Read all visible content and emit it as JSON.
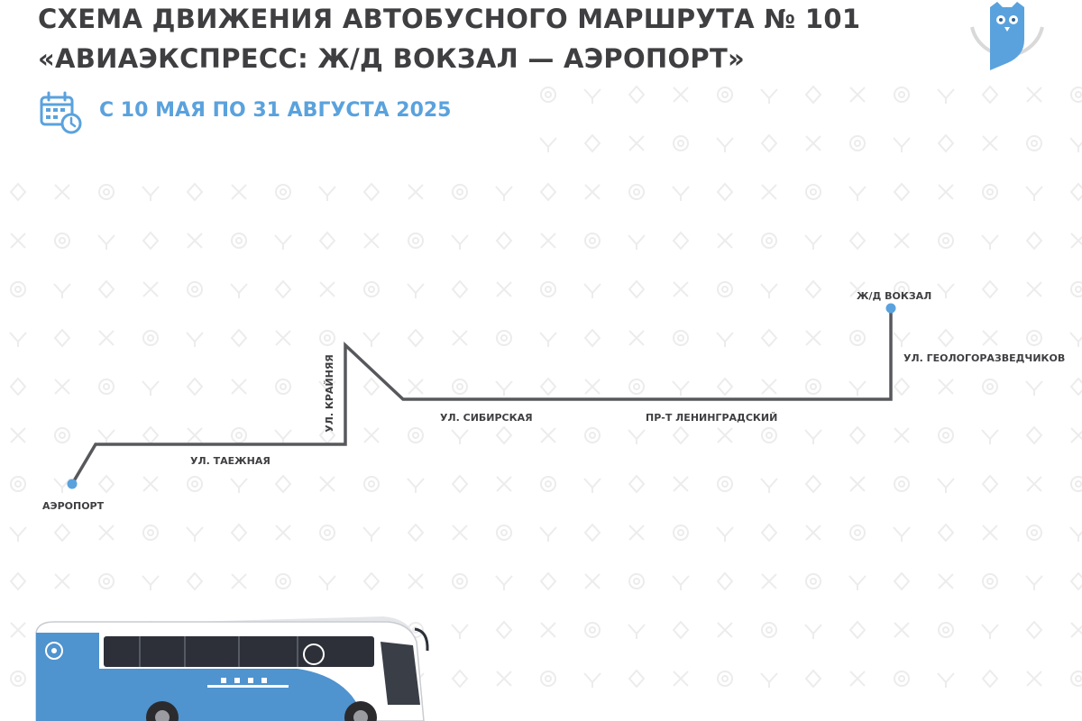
{
  "header": {
    "title_line1": "СХЕМА ДВИЖЕНИЯ АВТОБУСНОГО МАРШРУТА № 101",
    "title_line2": "«АВИАЭКСПРЕСС: Ж/Д ВОКЗАЛ — АЭРОПОРТ»",
    "period": "С 10 МАЯ ПО 31 АВГУСТА 2025",
    "calendar_icon": "calendar-clock-icon"
  },
  "colors": {
    "text": "#3f3f42",
    "accent": "#5aa2dd",
    "route_line": "#57585c",
    "pattern": "#ececec"
  },
  "stops": [
    {
      "name": "АЭРОПОРТ"
    },
    {
      "name": "Ж/Д ВОКЗАЛ"
    }
  ],
  "streets": [
    {
      "name": "УЛ. ТАЕЖНАЯ"
    },
    {
      "name": "УЛ. КРАЙНЯЯ"
    },
    {
      "name": "УЛ. СИБИРСКАЯ"
    },
    {
      "name": "ПР-Т ЛЕНИНГРАДСКИЙ"
    },
    {
      "name": "УЛ. ГЕОЛОГОРАЗВЕДЧИКОВ"
    }
  ],
  "logo": "owl-logo-icon",
  "bus": "bus-illustration"
}
